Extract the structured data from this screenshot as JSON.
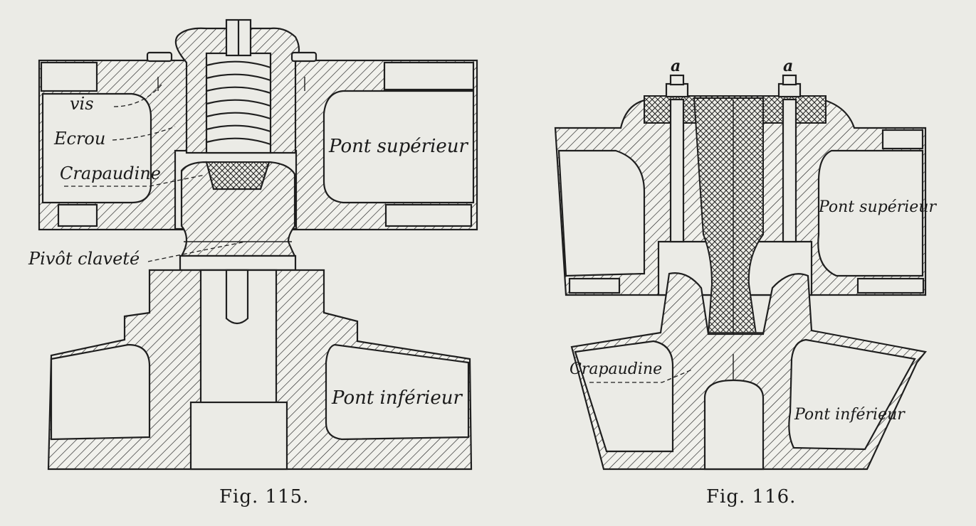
{
  "fig115": {
    "caption": "Fig. 115.",
    "labels": {
      "vis": "vis",
      "ecrou": "Ecrou",
      "crapaudine": "Crapaudine",
      "pivot": "Pivôt claveté",
      "pont_sup": "Pont supérieur",
      "pont_inf": "Pont inférieur"
    }
  },
  "fig116": {
    "caption": "Fig. 116.",
    "labels": {
      "a_left": "a",
      "a_right": "a",
      "pont_sup": "Pont supérieur",
      "crapaudine": "Crapaudine",
      "pont_inf": "Pont inférieur"
    }
  }
}
